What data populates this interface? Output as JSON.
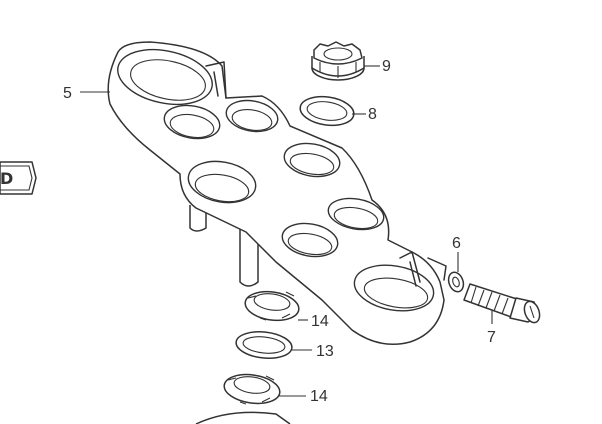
{
  "diagram": {
    "callouts": {
      "c5": "5",
      "c6": "6",
      "c7": "7",
      "c8": "8",
      "c9": "9",
      "c13": "13",
      "c14a": "14",
      "c14b": "14"
    },
    "badge_letter": "D"
  }
}
